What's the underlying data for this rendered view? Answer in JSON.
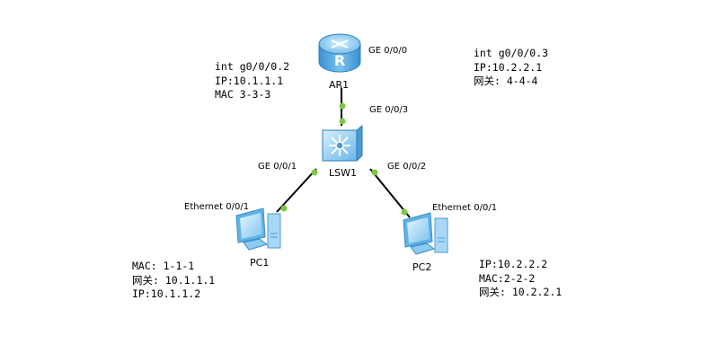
{
  "devices": {
    "router": {
      "name": "AR1",
      "icon": "router-icon"
    },
    "switch": {
      "name": "LSW1",
      "icon": "switch-icon"
    },
    "pc1": {
      "name": "PC1",
      "icon": "pc-icon"
    },
    "pc2": {
      "name": "PC2",
      "icon": "pc-icon"
    }
  },
  "ports": {
    "ar1_g000": "GE 0/0/0",
    "lsw1_g003": "GE 0/0/3",
    "lsw1_g001": "GE 0/0/1",
    "lsw1_g002": "GE 0/0/2",
    "pc1_eth": "Ethernet 0/0/1",
    "pc2_eth": "Ethernet 0/0/1"
  },
  "notes": {
    "sub2": [
      "int g0/0/0.2",
      "IP:10.1.1.1",
      "MAC 3-3-3"
    ],
    "sub3": [
      "int g0/0/0.3",
      "IP:10.2.2.1",
      "网关: 4-4-4"
    ],
    "pc1": [
      "MAC: 1-1-1",
      "网关: 10.1.1.1",
      "IP:10.1.1.2"
    ],
    "pc2": [
      "IP:10.2.2.2",
      "MAC:2-2-2",
      "网关: 10.2.2.1"
    ]
  },
  "colors": {
    "link": "#000000",
    "port_dot": "#7ac943",
    "device_blue": "#5fb3e6"
  }
}
